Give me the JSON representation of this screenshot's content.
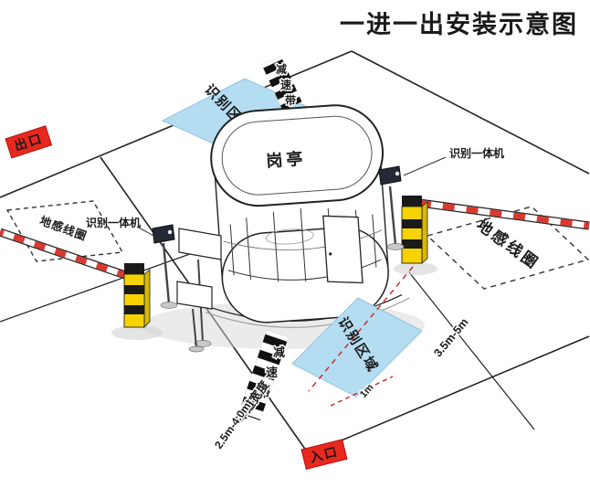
{
  "title": {
    "text": "一进一出安装示意图",
    "color": "#e60000"
  },
  "badges": {
    "exit": "出口",
    "entrance": "入口",
    "bg": "#e8281e",
    "fg": "#ffffff"
  },
  "booth": {
    "label": "岗亭",
    "label_color": "#e60000"
  },
  "zones": {
    "fill": "#b5ddf2",
    "top": {
      "label": "识别区域"
    },
    "bottom": {
      "label": "识别区域"
    }
  },
  "bumps": {
    "top": {
      "label": "减速带"
    },
    "bottom": {
      "label": "减速带"
    }
  },
  "coils": {
    "left": {
      "label": "地感线圈",
      "color": "#27408b"
    },
    "right": {
      "label": "地感线圈",
      "color": "#111111"
    }
  },
  "cameras": {
    "left": {
      "label": "识别一体机"
    },
    "right": {
      "label": "识别一体机"
    }
  },
  "dims": {
    "lane_width_title": "车道宽度",
    "lane_width_value": "2.5m-4.0m",
    "coil_distance": "3.5m-5m",
    "offset": "1m"
  },
  "colors": {
    "barrier_yellow": "#f6d300",
    "arm_red": "#d93a30",
    "dash_red": "#cc2222",
    "zone_blue": "#b5ddf2",
    "line": "#222222"
  }
}
